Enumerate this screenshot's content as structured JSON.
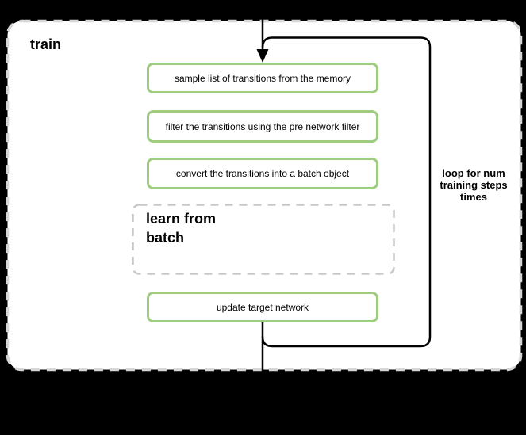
{
  "colors": {
    "background": "#000000",
    "surface": "#ffffff",
    "container-dash": "#d6d6d6",
    "learn-dash": "#c8c8c8",
    "step-green": "#9fcd80",
    "line": "#000000",
    "text": "#000000"
  },
  "flow": {
    "title": "train",
    "steps": [
      "sample list of transitions from the memory",
      "filter the transitions using the pre network filter",
      "convert the transitions into a batch object",
      "update target network"
    ],
    "learn_label": "learn from\nbatch",
    "loop_label": "loop for num\ntraining steps\ntimes"
  }
}
